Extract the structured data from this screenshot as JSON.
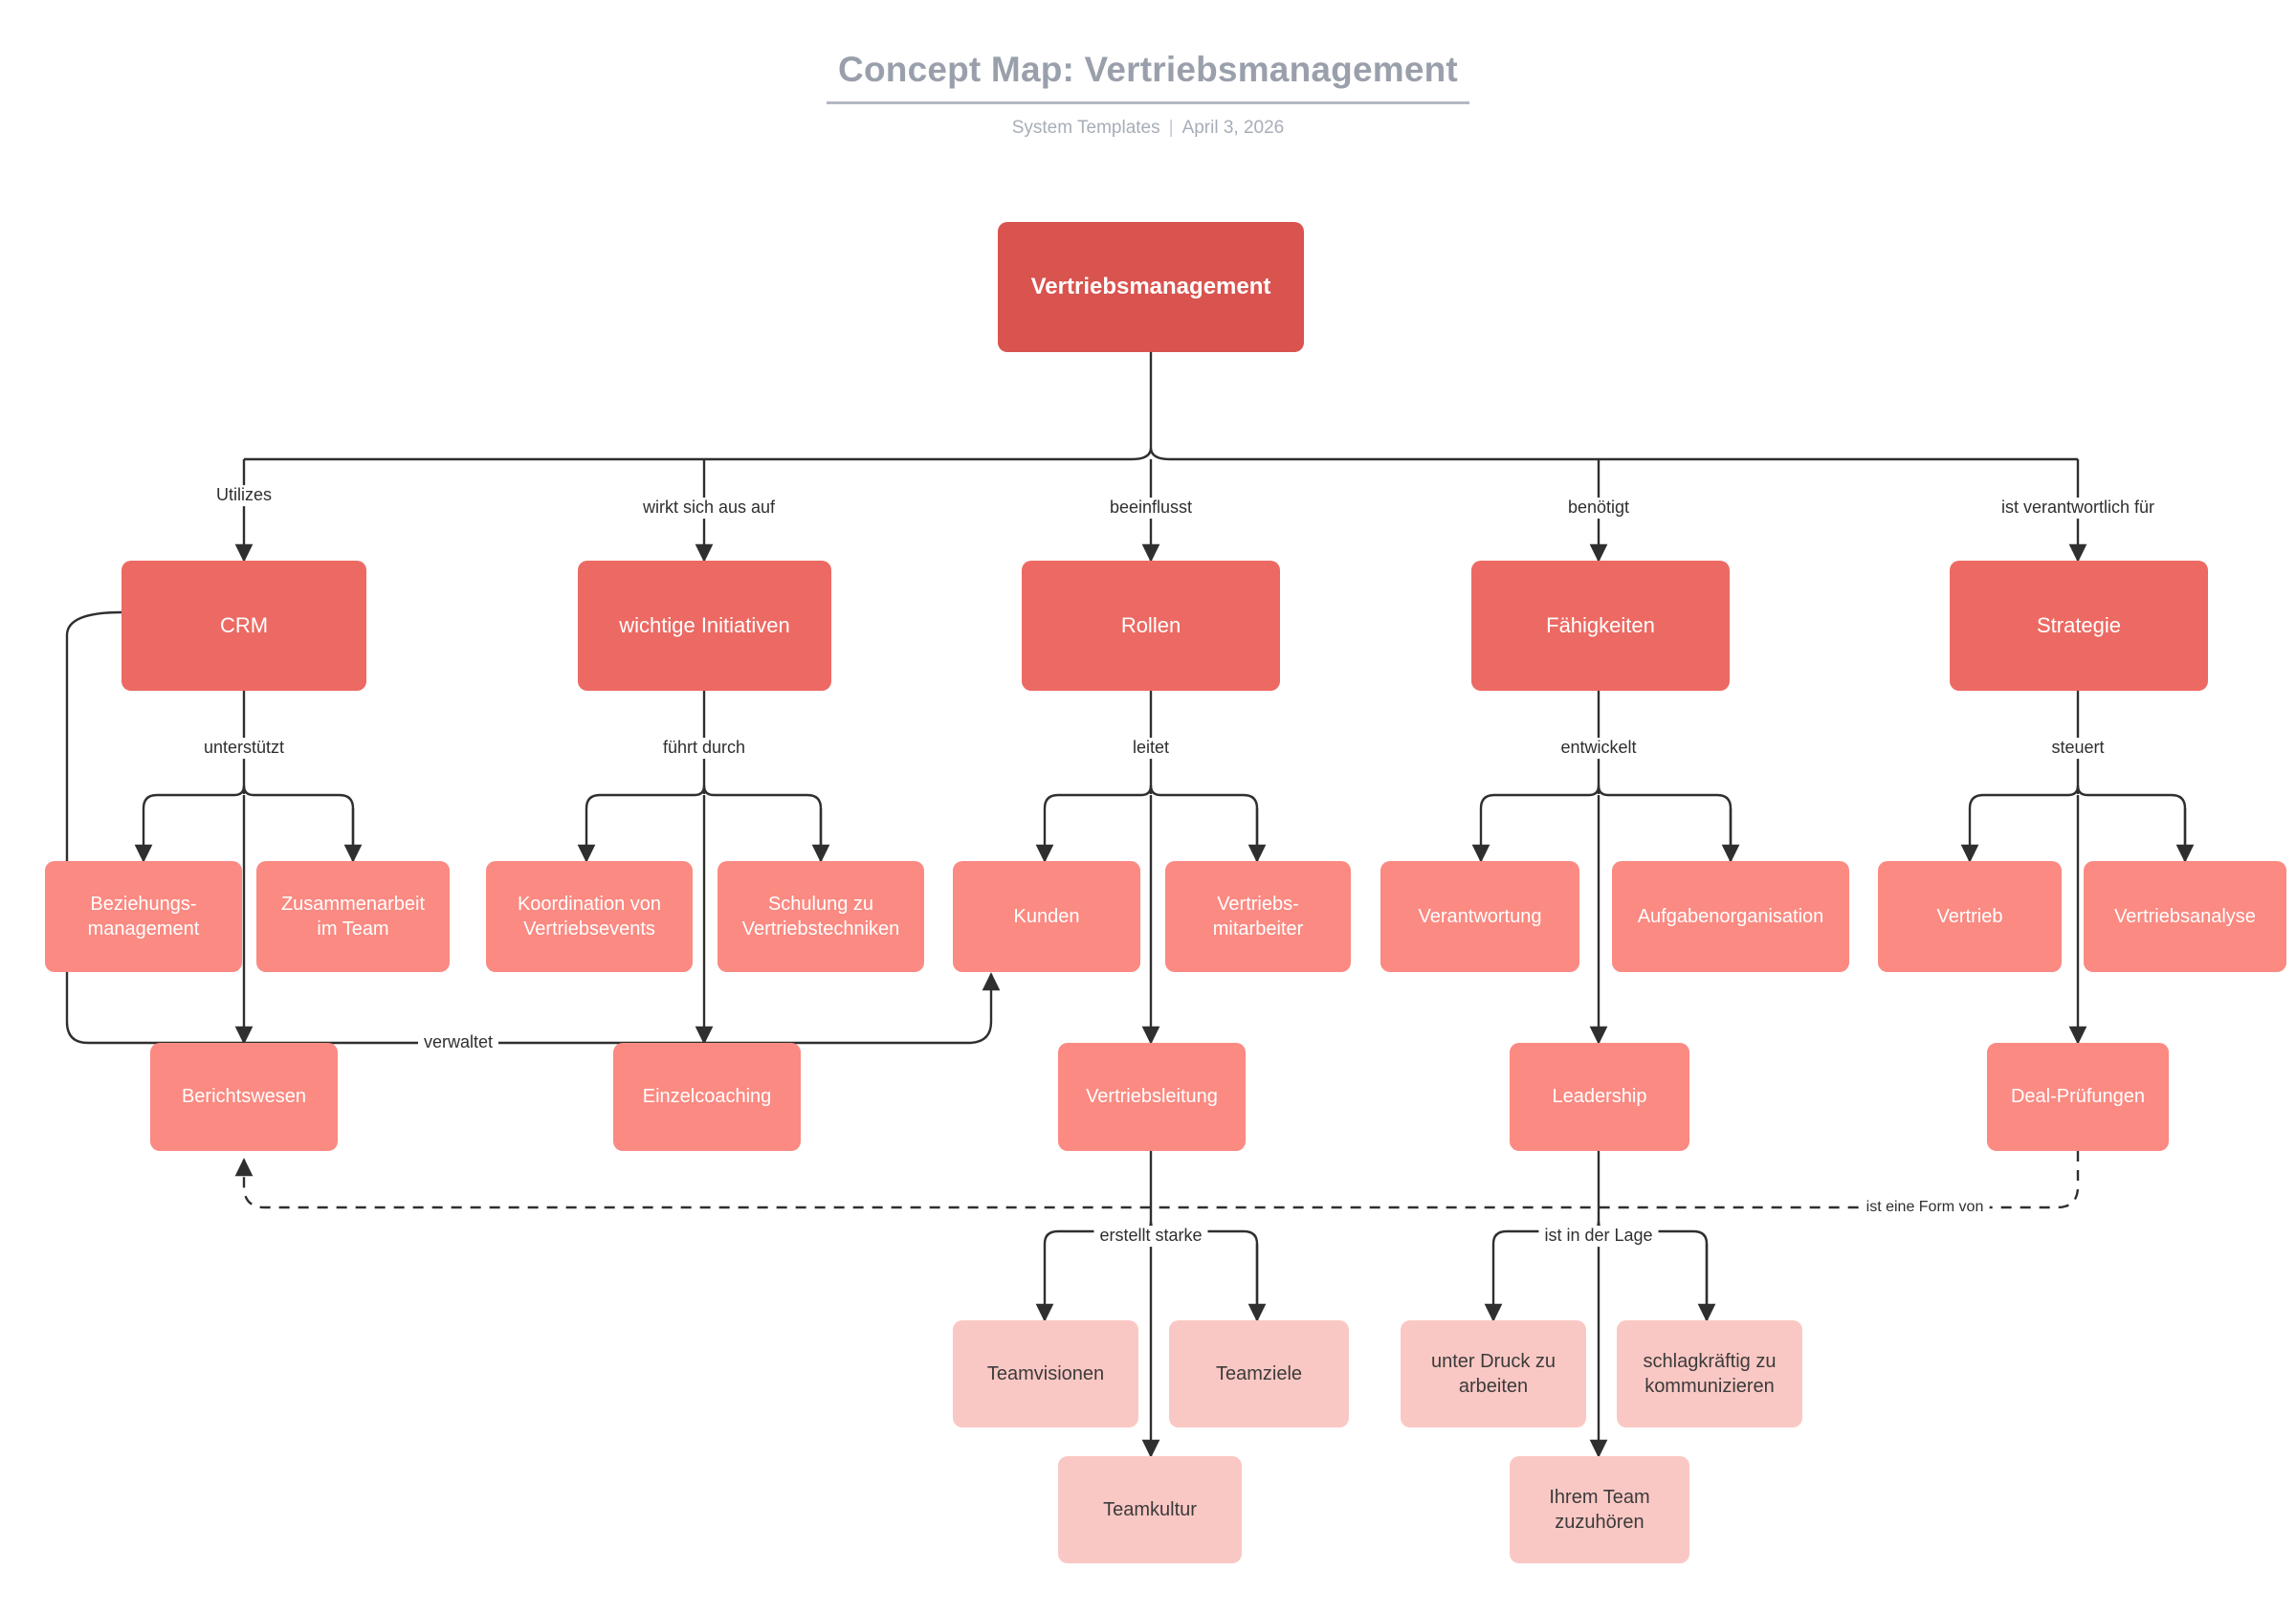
{
  "header": {
    "title": "Concept Map: Vertriebsmanagement",
    "source": "System Templates",
    "separator": "|",
    "date": "April 3, 2026"
  },
  "theme": {
    "root_color": "#d9534f",
    "level1_color": "#ec6a63",
    "level2_color": "#fa8a82",
    "level3_color": "#fa8a82",
    "level4_color": "#fac8c4",
    "edge_color": "#2f2f2f",
    "title_color": "#9aa0ab",
    "background": "#ffffff"
  },
  "chart_data": {
    "type": "diagram",
    "title": "Concept Map: Vertriebsmanagement",
    "root": "Vertriebsmanagement",
    "nodes": [
      {
        "id": "root",
        "label": "Vertriebsmanagement",
        "level": 0
      },
      {
        "id": "crm",
        "label": "CRM",
        "level": 1
      },
      {
        "id": "initiativen",
        "label": "wichtige Initiativen",
        "level": 1
      },
      {
        "id": "rollen",
        "label": "Rollen",
        "level": 1
      },
      {
        "id": "faehigkeiten",
        "label": "Fähigkeiten",
        "level": 1
      },
      {
        "id": "strategie",
        "label": "Strategie",
        "level": 1
      },
      {
        "id": "beziehungsmanagement",
        "label": "Beziehungs-\nmanagement",
        "level": 2
      },
      {
        "id": "zusammenarbeit",
        "label": "Zusammenarbeit\nim Team",
        "level": 2
      },
      {
        "id": "koordination",
        "label": "Koordination von\nVertriebsevents",
        "level": 2
      },
      {
        "id": "schulung",
        "label": "Schulung zu\nVertriebstechniken",
        "level": 2
      },
      {
        "id": "kunden",
        "label": "Kunden",
        "level": 2
      },
      {
        "id": "vertriebsmitarbeiter",
        "label": "Vertriebs-\nmitarbeiter",
        "level": 2
      },
      {
        "id": "verantwortung",
        "label": "Verantwortung",
        "level": 2
      },
      {
        "id": "aufgabenorganisation",
        "label": "Aufgabenorganisation",
        "level": 2
      },
      {
        "id": "vertrieb",
        "label": "Vertrieb",
        "level": 2
      },
      {
        "id": "vertriebsanalyse",
        "label": "Vertriebsanalyse",
        "level": 2
      },
      {
        "id": "berichtswesen",
        "label": "Berichtswesen",
        "level": 3
      },
      {
        "id": "einzelcoaching",
        "label": "Einzelcoaching",
        "level": 3
      },
      {
        "id": "vertriebsleitung",
        "label": "Vertriebsleitung",
        "level": 3
      },
      {
        "id": "leadership",
        "label": "Leadership",
        "level": 3
      },
      {
        "id": "dealpruefungen",
        "label": "Deal-Prüfungen",
        "level": 3
      },
      {
        "id": "teamvisionen",
        "label": "Teamvisionen",
        "level": 4
      },
      {
        "id": "teamziele",
        "label": "Teamziele",
        "level": 4
      },
      {
        "id": "teamkultur",
        "label": "Teamkultur",
        "level": 4
      },
      {
        "id": "unterdruck",
        "label": "unter Druck zu\narbeiten",
        "level": 4
      },
      {
        "id": "schlagkraeftig",
        "label": "schlagkräftig zu\nkommunizieren",
        "level": 4
      },
      {
        "id": "zuhoeren",
        "label": "Ihrem Team\nzuzuhören",
        "level": 4
      }
    ],
    "edges": [
      {
        "from": "root",
        "to": "crm",
        "label": "Utilizes"
      },
      {
        "from": "root",
        "to": "initiativen",
        "label": "wirkt sich aus auf"
      },
      {
        "from": "root",
        "to": "rollen",
        "label": "beeinflusst"
      },
      {
        "from": "root",
        "to": "faehigkeiten",
        "label": "benötigt"
      },
      {
        "from": "root",
        "to": "strategie",
        "label": "ist verantwortlich für"
      },
      {
        "from": "crm",
        "to": "beziehungsmanagement",
        "label": "unterstützt"
      },
      {
        "from": "crm",
        "to": "zusammenarbeit",
        "label": ""
      },
      {
        "from": "crm",
        "to": "berichtswesen",
        "label": ""
      },
      {
        "from": "initiativen",
        "to": "koordination",
        "label": "führt durch"
      },
      {
        "from": "initiativen",
        "to": "schulung",
        "label": ""
      },
      {
        "from": "initiativen",
        "to": "einzelcoaching",
        "label": ""
      },
      {
        "from": "rollen",
        "to": "kunden",
        "label": "leitet"
      },
      {
        "from": "rollen",
        "to": "vertriebsmitarbeiter",
        "label": ""
      },
      {
        "from": "rollen",
        "to": "vertriebsleitung",
        "label": ""
      },
      {
        "from": "faehigkeiten",
        "to": "verantwortung",
        "label": "entwickelt"
      },
      {
        "from": "faehigkeiten",
        "to": "aufgabenorganisation",
        "label": ""
      },
      {
        "from": "faehigkeiten",
        "to": "leadership",
        "label": ""
      },
      {
        "from": "strategie",
        "to": "vertrieb",
        "label": "steuert"
      },
      {
        "from": "strategie",
        "to": "vertriebsanalyse",
        "label": ""
      },
      {
        "from": "strategie",
        "to": "dealpruefungen",
        "label": ""
      },
      {
        "from": "crm",
        "to": "kunden",
        "label": "verwaltet"
      },
      {
        "from": "vertriebsleitung",
        "to": "teamvisionen",
        "label": "erstellt starke"
      },
      {
        "from": "vertriebsleitung",
        "to": "teamziele",
        "label": ""
      },
      {
        "from": "vertriebsleitung",
        "to": "teamkultur",
        "label": ""
      },
      {
        "from": "leadership",
        "to": "unterdruck",
        "label": "ist in der Lage"
      },
      {
        "from": "leadership",
        "to": "schlagkraeftig",
        "label": ""
      },
      {
        "from": "leadership",
        "to": "zuhoeren",
        "label": ""
      },
      {
        "from": "dealpruefungen",
        "to": "berichtswesen",
        "label": "ist eine Form von",
        "style": "dashed"
      }
    ]
  },
  "nodes": {
    "root": "Vertriebsmanagement",
    "crm": "CRM",
    "initiativen": "wichtige Initiativen",
    "rollen": "Rollen",
    "faehigkeiten": "Fähigkeiten",
    "strategie": "Strategie",
    "beziehungsmanagement": "Beziehungs-\nmanagement",
    "zusammenarbeit": "Zusammenarbeit\nim Team",
    "koordination": "Koordination von\nVertriebsevents",
    "schulung": "Schulung zu\nVertriebstechniken",
    "kunden": "Kunden",
    "vertriebsmitarbeiter": "Vertriebs-\nmitarbeiter",
    "verantwortung": "Verantwortung",
    "aufgabenorganisation": "Aufgabenorganisation",
    "vertrieb": "Vertrieb",
    "vertriebsanalyse": "Vertriebsanalyse",
    "berichtswesen": "Berichtswesen",
    "einzelcoaching": "Einzelcoaching",
    "vertriebsleitung": "Vertriebsleitung",
    "leadership": "Leadership",
    "dealpruefungen": "Deal-Prüfungen",
    "teamvisionen": "Teamvisionen",
    "teamziele": "Teamziele",
    "teamkultur": "Teamkultur",
    "unterdruck": "unter Druck zu\narbeiten",
    "schlagkraeftig": "schlagkräftig zu\nkommunizieren",
    "zuhoeren": "Ihrem Team\nzuzuhören"
  },
  "edge_labels": {
    "utilizes": "Utilizes",
    "wirkt_sich_aus_auf": "wirkt sich aus auf",
    "beeinflusst": "beeinflusst",
    "benoetigt": "benötigt",
    "ist_verantwortlich_fuer": "ist verantwortlich für",
    "unterstuetzt": "unterstützt",
    "fuehrt_durch": "führt durch",
    "leitet": "leitet",
    "entwickelt": "entwickelt",
    "steuert": "steuert",
    "verwaltet": "verwaltet",
    "erstellt_starke": "erstellt starke",
    "ist_in_der_lage": "ist in der Lage",
    "ist_eine_form_von": "ist eine Form von"
  }
}
